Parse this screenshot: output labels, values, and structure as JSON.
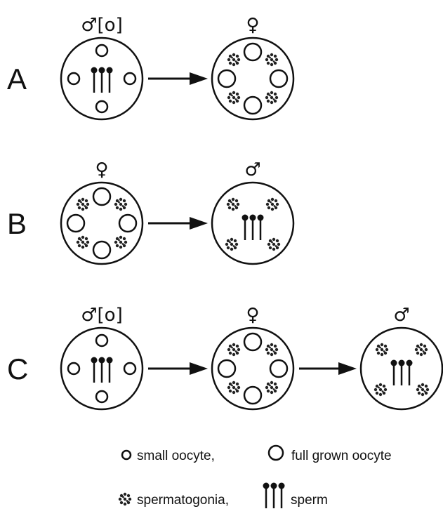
{
  "rows": [
    {
      "letter": "A",
      "stages": [
        {
          "label": "♂[o]",
          "state": "male-oocyte"
        },
        {
          "label": "♀",
          "state": "female"
        }
      ]
    },
    {
      "letter": "B",
      "stages": [
        {
          "label": "♀",
          "state": "female"
        },
        {
          "label": "♂",
          "state": "male"
        }
      ]
    },
    {
      "letter": "C",
      "stages": [
        {
          "label": "♂[o]",
          "state": "male-oocyte"
        },
        {
          "label": "♀",
          "state": "female"
        },
        {
          "label": "♂",
          "state": "male"
        }
      ]
    }
  ],
  "legend": {
    "small_oocyte": "small oocyte,",
    "full_grown_oocyte": "full grown oocyte",
    "spermatogonia": "spermatogonia,",
    "sperm": "sperm"
  },
  "icons": [
    "small-oocyte-icon",
    "full-grown-oocyte-icon",
    "spermatogonia-icon",
    "sperm-icon",
    "arrow-icon"
  ]
}
